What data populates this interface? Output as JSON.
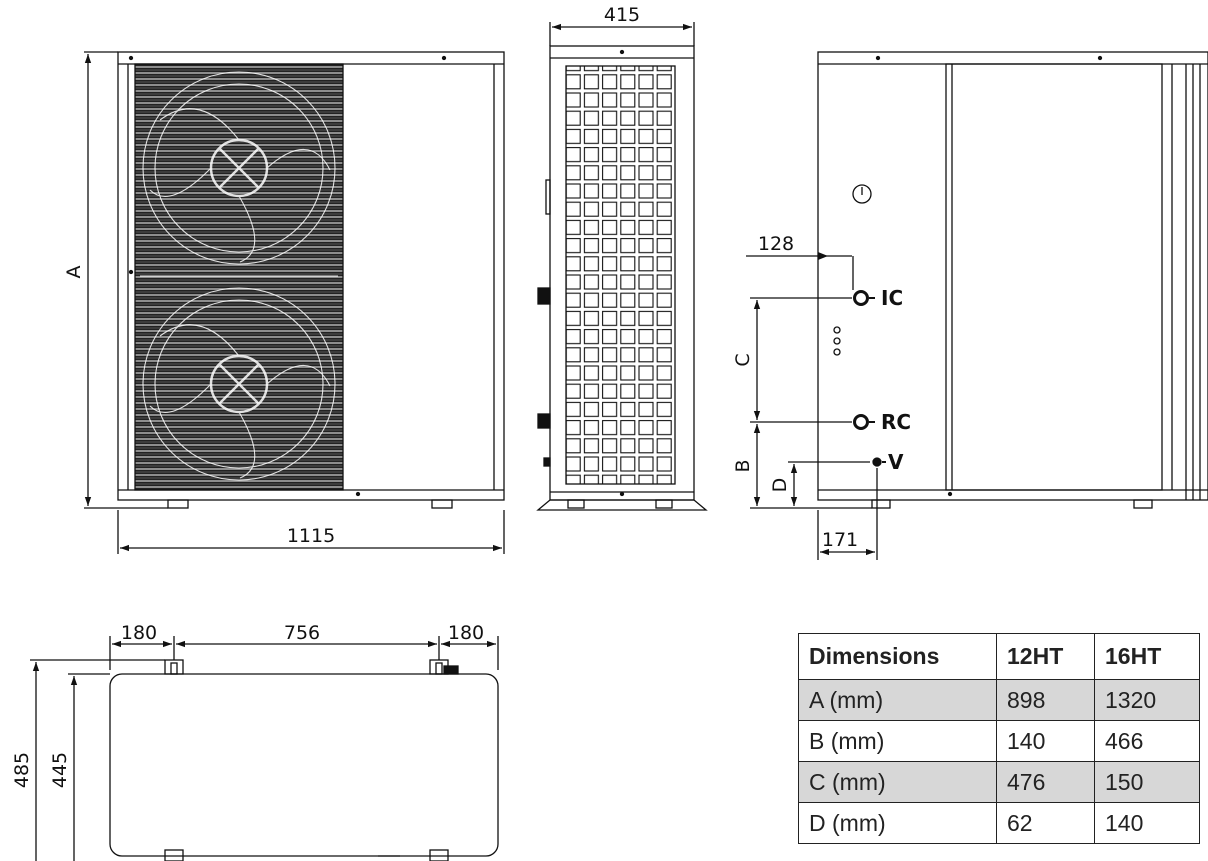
{
  "front_view": {
    "height_label": "A",
    "width_label": "1115"
  },
  "side_view": {
    "depth_label": "415"
  },
  "rear_view": {
    "offset_label": "128",
    "bottom_offset_label": "171",
    "dim_c_label": "C",
    "dim_b_label": "B",
    "dim_d_label": "D",
    "connections": {
      "ic": "IC",
      "rc": "RC",
      "v": "V"
    }
  },
  "top_view": {
    "left_label": "180",
    "middle_label": "756",
    "right_label": "180",
    "outer_depth_label": "485",
    "inner_depth_label": "445"
  },
  "table": {
    "headers": [
      "Dimensions",
      "12HT",
      "16HT"
    ],
    "rows": [
      [
        "A (mm)",
        "898",
        "1320"
      ],
      [
        "B (mm)",
        "140",
        "466"
      ],
      [
        "C (mm)",
        "476",
        "150"
      ],
      [
        "D (mm)",
        "62",
        "140"
      ]
    ]
  }
}
